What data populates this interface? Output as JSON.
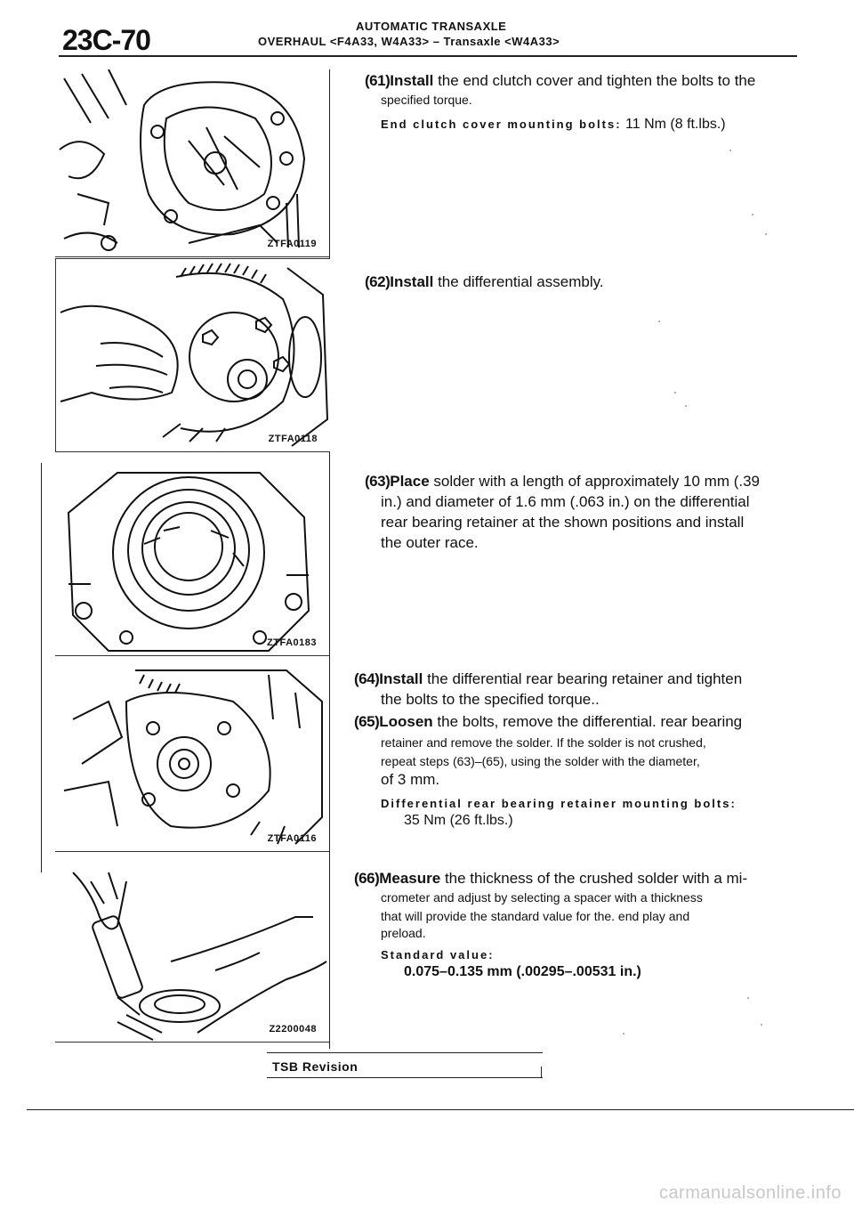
{
  "header": {
    "page_number": "23C-70",
    "title_line1": "AUTOMATIC TRANSAXLE",
    "title_line2": "OVERHAUL <F4A33, W4A33> – Transaxle <W4A33>"
  },
  "figures": [
    {
      "code": "ZTFA0119",
      "icon": "end-clutch-cover-illustration"
    },
    {
      "code": "ZTFA0118",
      "icon": "differential-assembly-illustration"
    },
    {
      "code": "ZTFA0183",
      "icon": "bearing-retainer-illustration"
    },
    {
      "code": "ZTFA0116",
      "icon": "retainer-mounted-illustration"
    },
    {
      "code": "Z2200048",
      "icon": "measure-solder-illustration"
    }
  ],
  "steps": {
    "s61": {
      "num": "(61)",
      "lead": "Install",
      "line1": " the end clutch cover and tighten the bolts to the",
      "line2": "specified torque.",
      "spec_label": "End clutch cover mounting bolts:",
      "spec_value": " 11 Nm (8 ft.lbs.)"
    },
    "s62": {
      "num": "(62)",
      "lead": "Install",
      "line1": " the differential assembly."
    },
    "s63": {
      "num": "(63)",
      "lead": "Place",
      "line1": " solder with a length of approximately 10 mm (.39",
      "line2": "in.) and diameter of 1.6 mm (.063 in.) on the differential",
      "line3": "rear bearing retainer at the shown positions and install",
      "line4": "the outer race."
    },
    "s64": {
      "num": "(64)",
      "lead": "Install",
      "line1": " the differential rear bearing retainer and tighten",
      "line2": "the bolts to the specified torque.."
    },
    "s65": {
      "num": "(65)",
      "lead": "Loosen",
      "line1": " the bolts, remove the differential. rear bearing",
      "line2": "retainer and remove the solder. If the solder is not crushed,",
      "line3": "repeat steps (63)–(65), using the solder with the diameter,",
      "line4": "of 3 mm.",
      "spec_label": "Differential rear bearing retainer mounting bolts:",
      "spec_value": "35 Nm (26 ft.lbs.)"
    },
    "s66": {
      "num": "(66)",
      "lead": "Measure",
      "line1": " the thickness of the crushed solder with a mi-",
      "line2": "crometer and adjust by selecting a spacer with a thickness",
      "line3": "that will provide the standard value for the. end play and",
      "line4": "preload.",
      "spec_label": "Standard value:",
      "spec_value": "0.075–0.135 mm (.00295–.00531 in.)"
    }
  },
  "footer": {
    "tsb": "TSB Revision",
    "watermark": "carmanualsonline.info"
  }
}
